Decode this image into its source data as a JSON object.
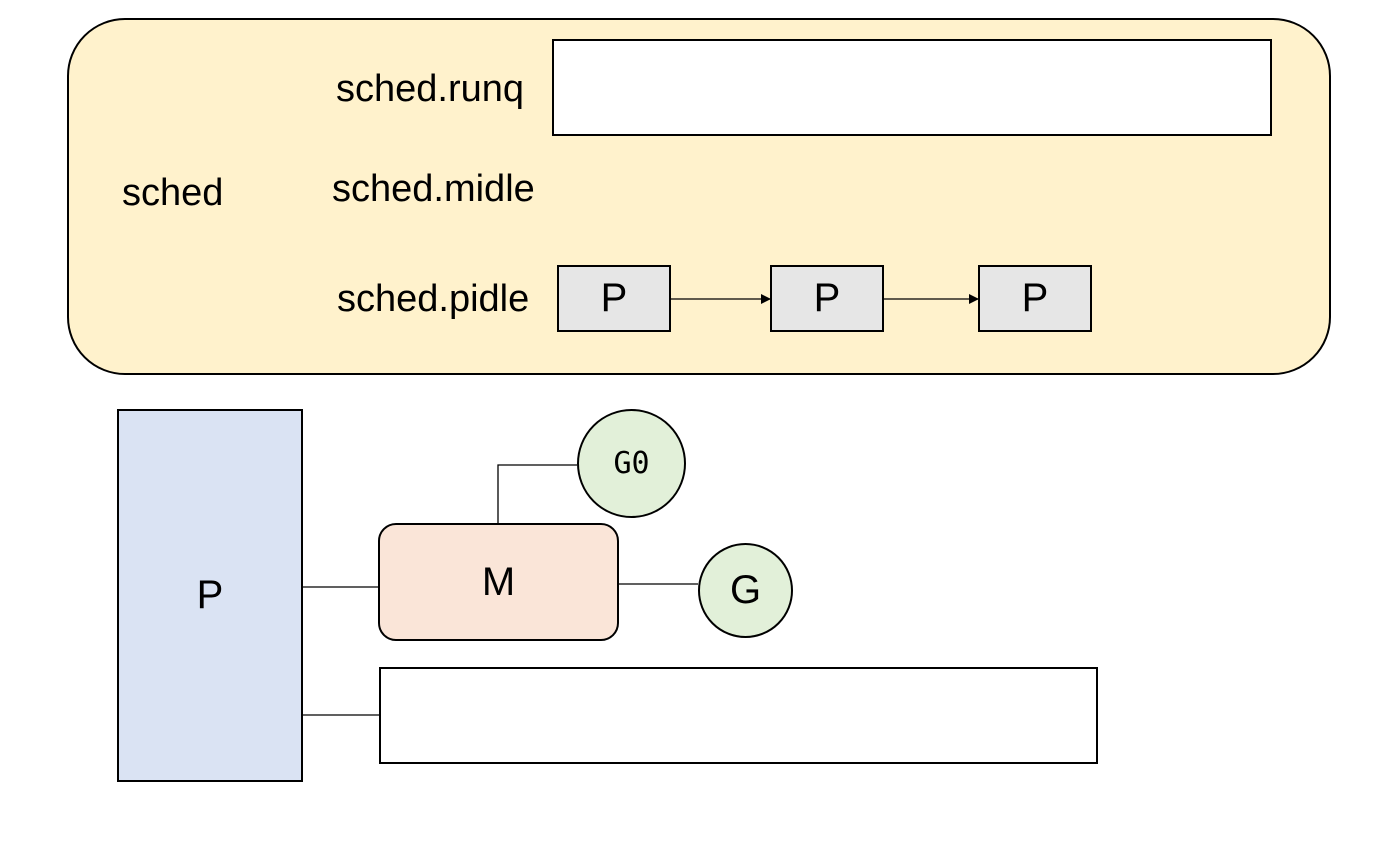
{
  "sched": {
    "title": "sched",
    "runq_label": "sched.runq",
    "midle_label": "sched.midle",
    "pidle_label": "sched.pidle",
    "pidle_nodes": [
      "P",
      "P",
      "P"
    ]
  },
  "processor": {
    "label": "P"
  },
  "machine": {
    "label": "M",
    "g0_label": "G0",
    "g_label": "G"
  },
  "colors": {
    "sched_panel": "#fff2cc",
    "p_node": "#e6e6e6",
    "p_processor": "#dae3f3",
    "m_node": "#fae5d8",
    "g_node": "#e2f0d9"
  }
}
